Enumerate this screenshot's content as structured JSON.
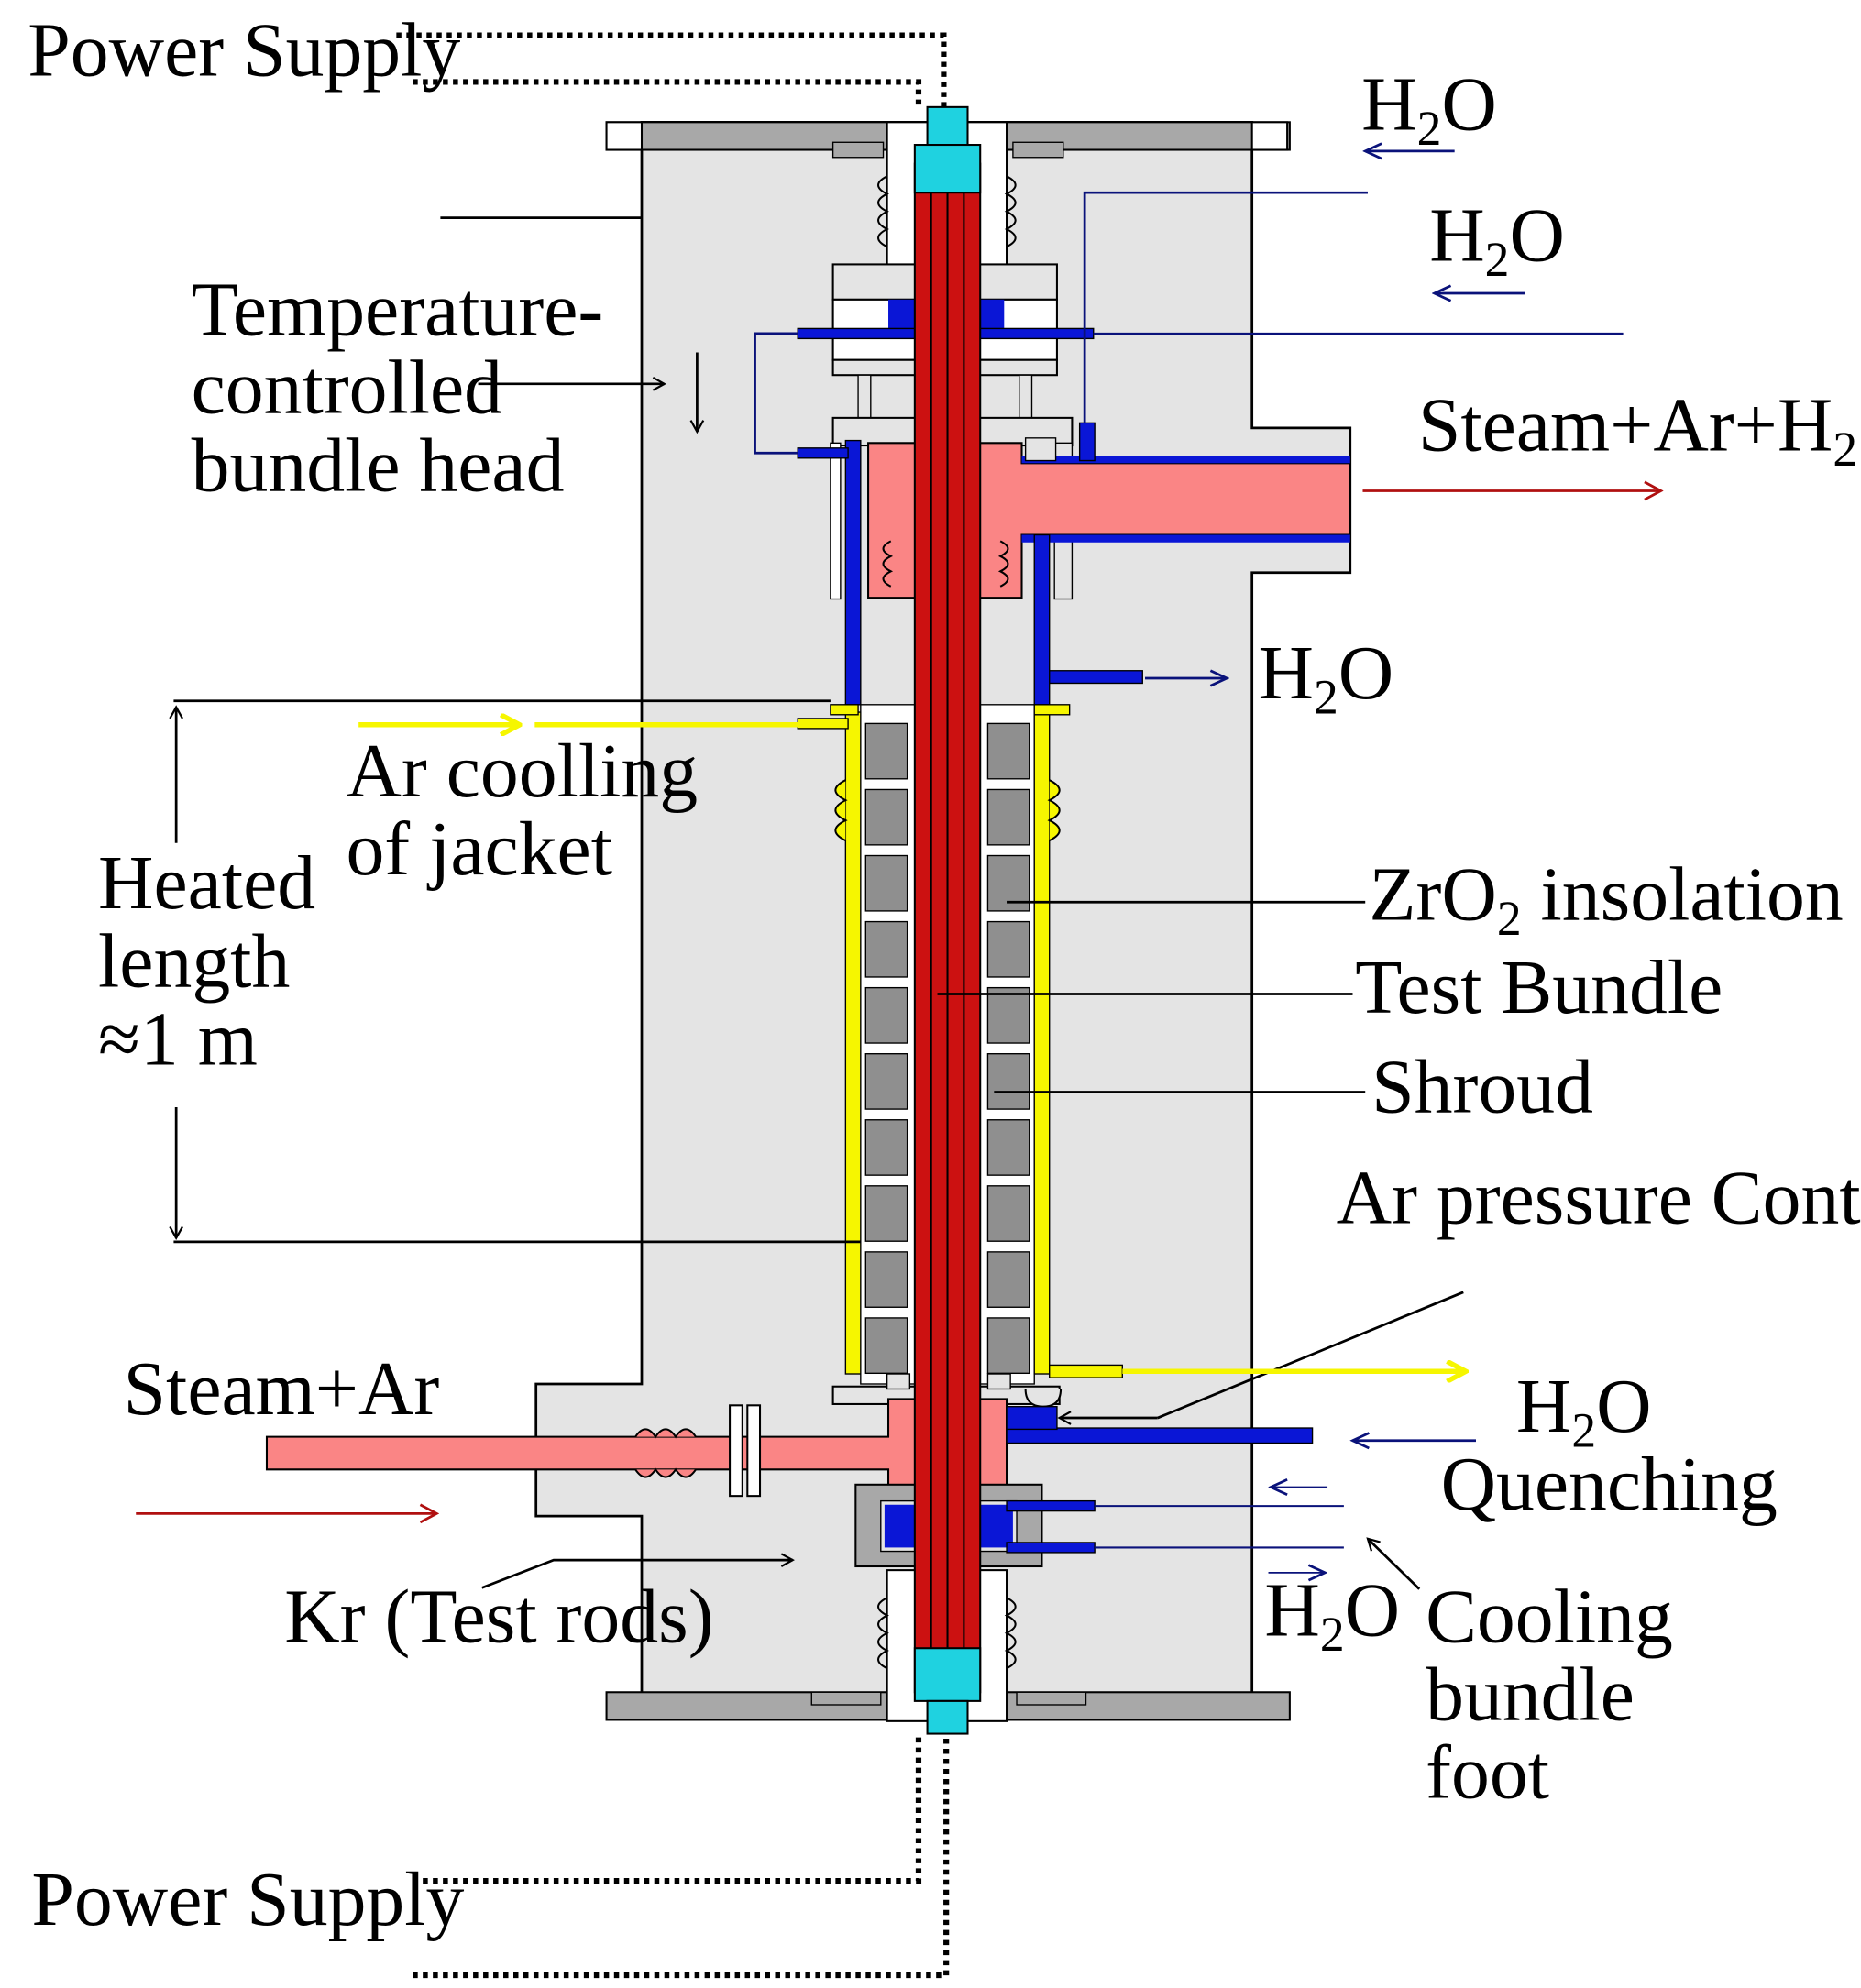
{
  "labels": {
    "power_supply_top": "Power Supply",
    "power_supply_bottom": "Power Supply",
    "h2o_top_1": {
      "main": "H",
      "sub": "2",
      "tail": "O"
    },
    "h2o_top_2": {
      "main": "H",
      "sub": "2",
      "tail": "O"
    },
    "bundle_head_line1": "Temperature-",
    "bundle_head_line2": "controlled",
    "bundle_head_line3": "bundle head",
    "steam_ar_h2": {
      "main": "Steam+Ar+H",
      "sub": "2"
    },
    "h2o_mid": {
      "main": "H",
      "sub": "2",
      "tail": "O"
    },
    "ar_cooling_line1": "Ar coolling",
    "ar_cooling_line2": "of jacket",
    "heated_line1": "Heated",
    "heated_line2": "length",
    "heated_line3": "≈1 m",
    "zro2": {
      "main": "ZrO",
      "sub": "2",
      "tail": " insolation"
    },
    "test_bundle": "Test Bundle",
    "shroud": "Shroud",
    "ar_pressure": "Ar pressure Control",
    "steam_ar": "Steam+Ar",
    "h2o_quench": {
      "main": "H",
      "sub": "2",
      "tail": "O"
    },
    "quenching": "Quenching",
    "h2o_bottom": {
      "main": "H",
      "sub": "2",
      "tail": "O"
    },
    "cooling_line1": "Cooling",
    "cooling_line2": "bundle",
    "cooling_line3": "foot",
    "kr": "Kr (Test rods)"
  },
  "colors": {
    "housing": "#e4e4e4",
    "flange": "#a8a8a8",
    "rods": "#cc1111",
    "rod_caps": "#1fd2e0",
    "water": "#0a16d6",
    "water_arrow": "#0a127a",
    "steam": "#fa8585",
    "steam_arrow": "#b01010",
    "argon": "#f6f600",
    "insulation": "#8f8f8f"
  }
}
